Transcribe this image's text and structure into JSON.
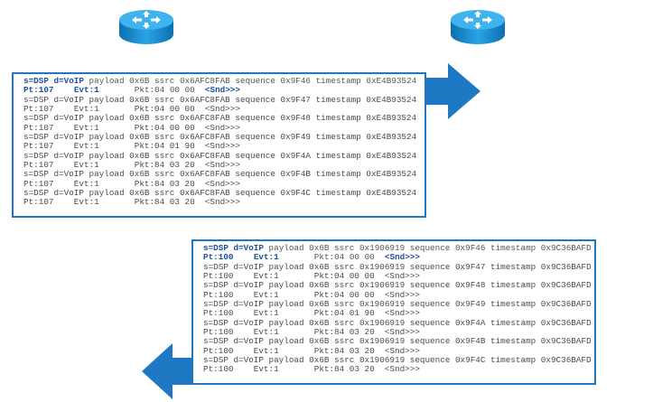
{
  "colors": {
    "accent": "#1e78c4",
    "router_body": "#1a8fd1",
    "bold_text": "#1f4fa0"
  },
  "routers": [
    {
      "name": "router-left",
      "icon": "router-icon"
    },
    {
      "name": "router-right",
      "icon": "router-icon"
    }
  ],
  "arrows": [
    {
      "direction": "right"
    },
    {
      "direction": "left"
    }
  ],
  "panels": [
    {
      "header": {
        "dsp": "s=DSP d=VoIP",
        "rest": " payload 0x6B ssrc 0x6AFC8FAB sequence 0x9F46 timestamp 0xE4B93524",
        "pt": "Pt:107",
        "evt": "Evt:1",
        "pkt": "Pkt:04 00 00",
        "snd": "<Snd>>>"
      },
      "lines": [
        "s=DSP d=VoIP payload 0x6B ssrc 0x6AFC8FAB sequence 0x9F47 timestamp 0xE4B93524",
        "Pt:107    Evt:1       Pkt:04 00 00  <Snd>>>",
        "s=DSP d=VoIP payload 0x6B ssrc 0x6AFC8FAB sequence 0x9F48 timestamp 0xE4B93524",
        "Pt:107    Evt:1       Pkt:04 00 00  <Snd>>>",
        "s=DSP d=VoIP payload 0x6B ssrc 0x6AFC8FAB sequence 0x9F49 timestamp 0xE4B93524",
        "Pt:107    Evt:1       Pkt:04 01 90  <Snd>>>",
        "s=DSP d=VoIP payload 0x6B ssrc 0x6AFC8FAB sequence 0x9F4A timestamp 0xE4B93524",
        "Pt:107    Evt:1       Pkt:84 03 20  <Snd>>>",
        "s=DSP d=VoIP payload 0x6B ssrc 0x6AFC8FAB sequence 0x9F4B timestamp 0xE4B93524",
        "Pt:107    Evt:1       Pkt:84 03 20  <Snd>>>",
        "s=DSP d=VoIP payload 0x6B ssrc 0x6AFC8FAB sequence 0x9F4C timestamp 0xE4B93524",
        "Pt:107    Evt:1       Pkt:84 03 20  <Snd>>>"
      ]
    },
    {
      "header": {
        "dsp": "s=DSP d=VoIP",
        "rest": " payload 0x6B ssrc 0x1906919 sequence 0x9F46 timestamp 0x9C36BAFD",
        "pt": "Pt:100",
        "evt": "Evt:1",
        "pkt": "Pkt:04 00 00",
        "snd": "<Snd>>>"
      },
      "lines": [
        "s=DSP d=VoIP payload 0x6B ssrc 0x1906919 sequence 0x9F47 timestamp 0x9C36BAFD",
        "Pt:100    Evt:1       Pkt:04 00 00  <Snd>>>",
        "s=DSP d=VoIP payload 0x6B ssrc 0x1906919 sequence 0x9F48 timestamp 0x9C36BAFD",
        "Pt:100    Evt:1       Pkt:04 00 00  <Snd>>>",
        "s=DSP d=VoIP payload 0x6B ssrc 0x1906919 sequence 0x9F49 timestamp 0x9C36BAFD",
        "Pt:100    Evt:1       Pkt:04 01 90  <Snd>>>",
        "s=DSP d=VoIP payload 0x6B ssrc 0x1906919 sequence 0x9F4A timestamp 0x9C36BAFD",
        "Pt:100    Evt:1       Pkt:84 03 20  <Snd>>>",
        "s=DSP d=VoIP payload 0x6B ssrc 0x1906919 sequence 0x9F4B timestamp 0x9C36BAFD",
        "Pt:100    Evt:1       Pkt:84 03 20  <Snd>>>",
        "s=DSP d=VoIP payload 0x6B ssrc 0x1906919 sequence 0x9F4C timestamp 0x9C36BAFD",
        "Pt:100    Evt:1       Pkt:84 03 20  <Snd>>>"
      ]
    }
  ]
}
